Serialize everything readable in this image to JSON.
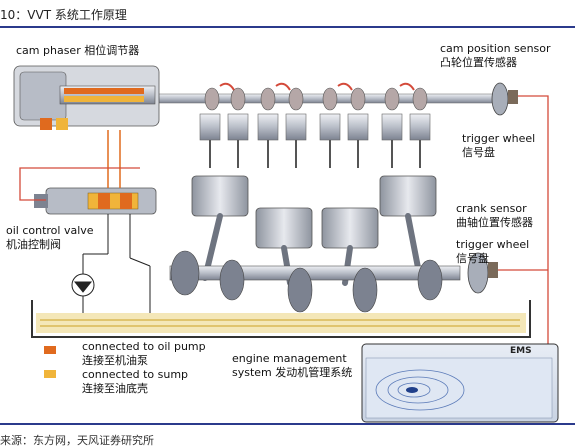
{
  "caption": "10：VVT 系统工作原理",
  "labels": {
    "cam_phaser_en": "cam phaser",
    "cam_phaser_cn": "相位调节器",
    "cam_sensor_en": "cam position sensor",
    "cam_sensor_cn": "凸轮位置传感器",
    "trigger_wheel_top_en": "trigger wheel",
    "trigger_wheel_top_cn": "信号盘",
    "crank_sensor_en": "crank sensor",
    "crank_sensor_cn": "曲轴位置传感器",
    "trigger_wheel_bottom_en": "trigger wheel",
    "trigger_wheel_bottom_cn": "信号盘",
    "ocv_en": "oil control valve",
    "ocv_cn": "机油控制阀",
    "legend_pump_en": "connected to oil pump",
    "legend_pump_cn": "连接至机油泵",
    "legend_sump_en": "connected to sump",
    "legend_sump_cn": "连接至油底壳",
    "ems_system": "engine management system 发动机管理系统",
    "ems_box": "EMS"
  },
  "colors": {
    "frame": "#2b3a8c",
    "oil_pump": "#e06a1e",
    "sump": "#f0b43a",
    "wire": "#d44a3a",
    "metal": "#c9ccd3",
    "oil_pan": "#f4e7b8"
  },
  "footer": "来源：东方网，天风证券研究所"
}
